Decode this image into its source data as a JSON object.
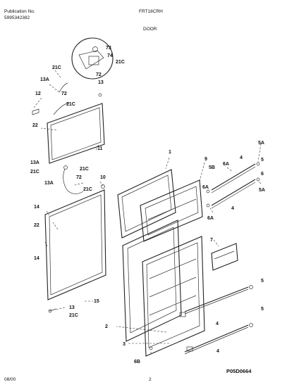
{
  "header": {
    "publication_label": "Publication No.",
    "publication_number": "5995342382",
    "model": "FRT18CRH",
    "section_title": "DOOR"
  },
  "footer": {
    "date": "08/00",
    "page_number": "2",
    "figure_code": "P05D0664"
  },
  "callouts": {
    "c73": "73",
    "c74": "74",
    "c21c_a": "21C",
    "c72_a": "72",
    "c21c_b": "21C",
    "c13a_a": "13A",
    "c13": "13",
    "c12": "12",
    "c72_b": "72",
    "c21c_c": "21C",
    "c22_a": "22",
    "c11": "11",
    "c13a_b": "13A",
    "c21c_d": "21C",
    "c21c_e": "21C",
    "c72_c": "72",
    "c10": "10",
    "c13a_c": "13A",
    "c21c_f": "21C",
    "c14_a": "14",
    "c22_b": "22",
    "c14_b": "14",
    "c15": "15",
    "c13_b": "13",
    "c21c_g": "21C",
    "c1": "1",
    "c9": "9",
    "c5b": "5B",
    "c6a_a": "6A",
    "c4_a": "4",
    "c5a_a": "5A",
    "c5_a": "5",
    "c6": "6",
    "c5a_b": "5A",
    "c4_b": "4",
    "c6a_b": "6A",
    "c6a_c": "6A",
    "c7": "7",
    "c5_b": "5",
    "c5_c": "5",
    "c4_c": "4",
    "c2": "2",
    "c3": "3",
    "c6b": "6B",
    "c4_d": "4"
  }
}
